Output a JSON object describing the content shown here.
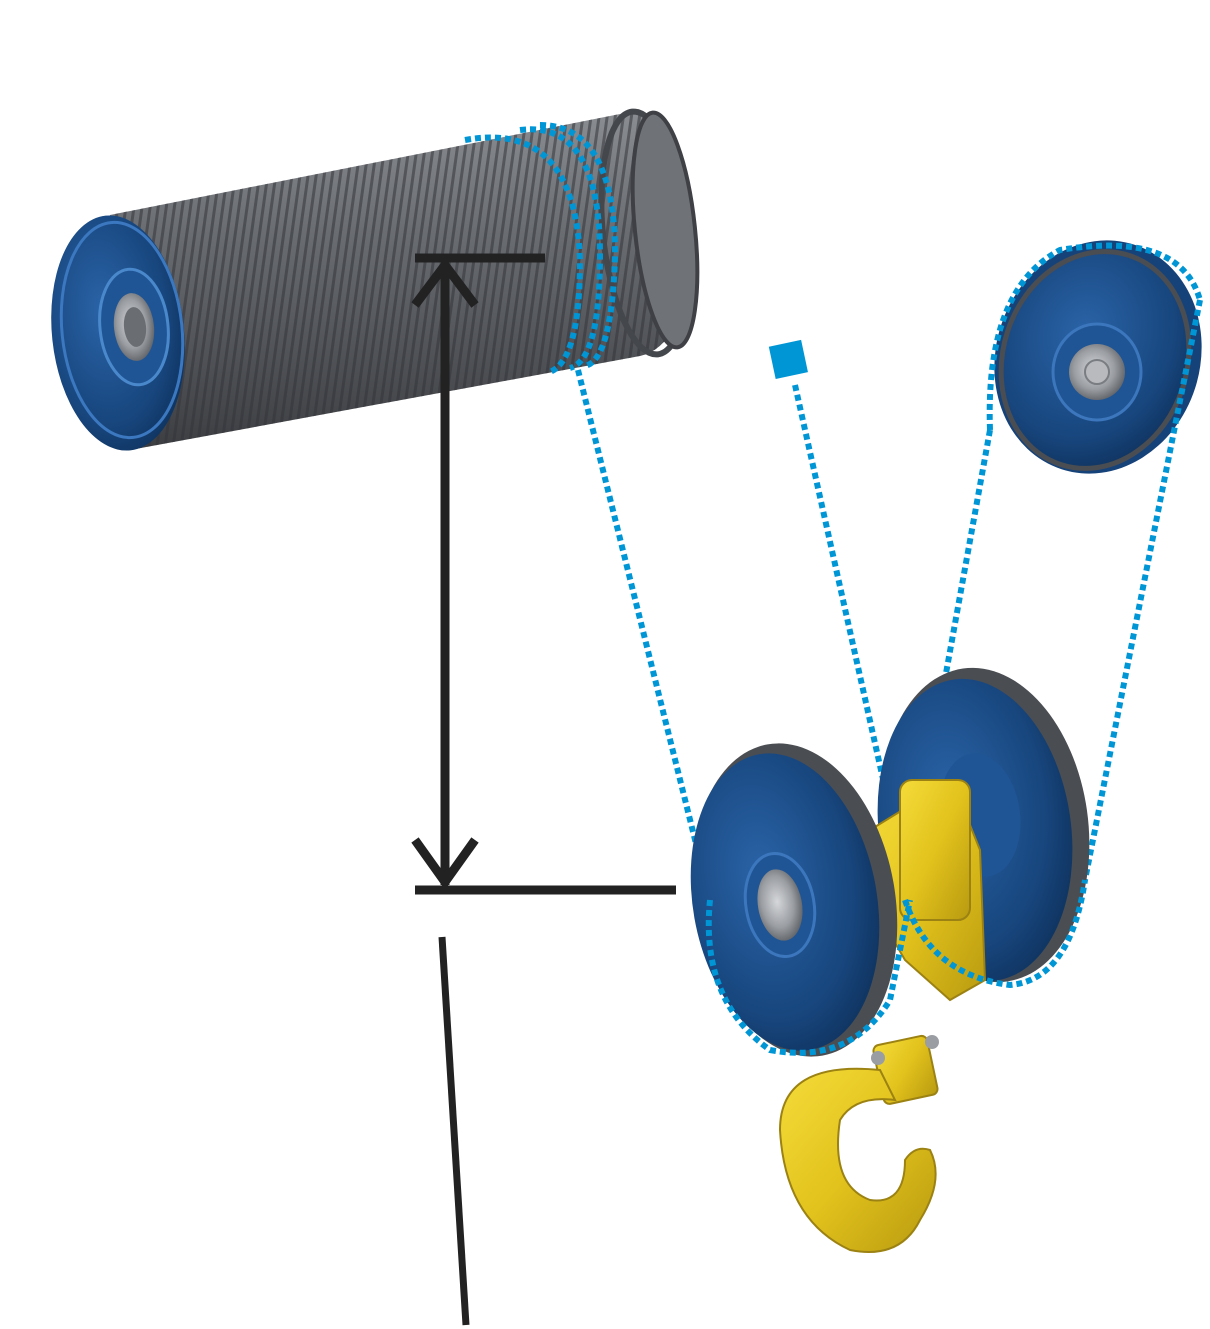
{
  "diagram": {
    "subject": "rope-drum-hoist-reeving",
    "components": [
      {
        "id": "rope-drum",
        "icon": "grooved-drum-icon"
      },
      {
        "id": "upper-sheave",
        "icon": "sheave-icon"
      },
      {
        "id": "hook-block",
        "icon": "hook-block-icon"
      },
      {
        "id": "rope-anchor",
        "icon": "square-anchor-icon"
      },
      {
        "id": "lift-height-dimension",
        "icon": "double-arrow-icon"
      }
    ],
    "colors": {
      "background": "#ffffff",
      "rope": "#0096d6",
      "sheave_blue": "#1a4a80",
      "sheave_blue_dark": "#0f3560",
      "drum_gray": "#5e6166",
      "hook_yellow": "#e2c21c",
      "dimension_line": "#222222"
    }
  }
}
